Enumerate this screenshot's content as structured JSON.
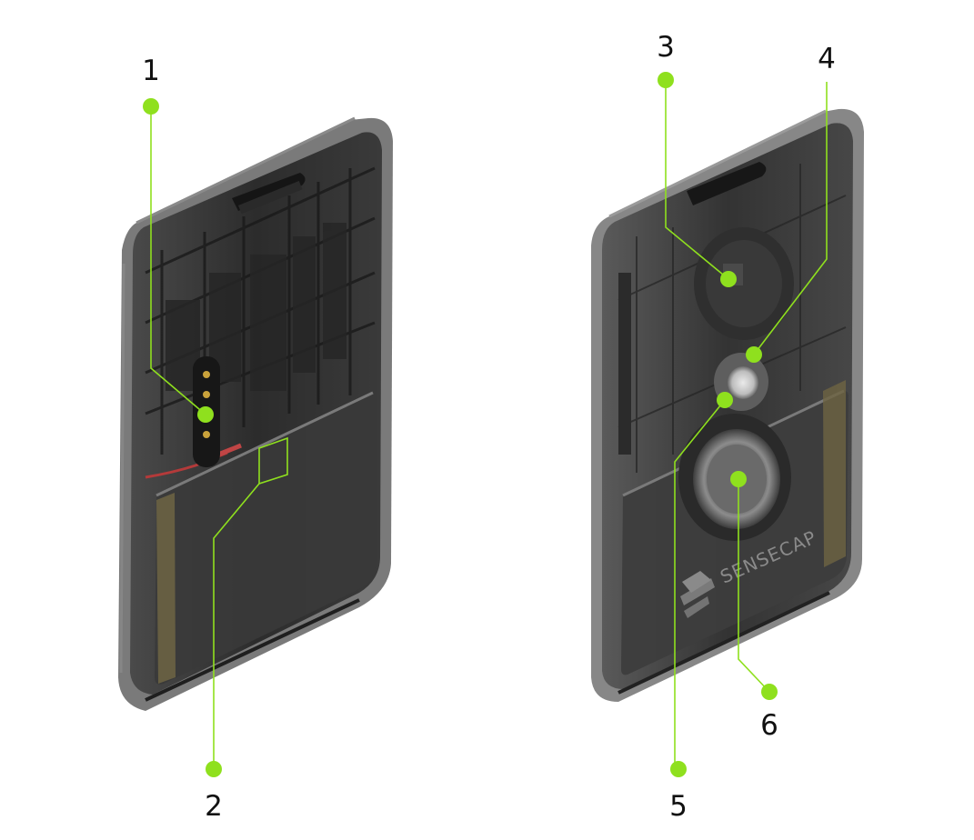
{
  "accent_color": "#8fe01e",
  "device_left": {
    "name": "tracker-back-view"
  },
  "device_right": {
    "name": "tracker-front-view",
    "brand": "SENSECAP"
  },
  "callouts": [
    {
      "label": "1"
    },
    {
      "label": "2"
    },
    {
      "label": "3"
    },
    {
      "label": "4"
    },
    {
      "label": "5"
    },
    {
      "label": "6"
    }
  ]
}
